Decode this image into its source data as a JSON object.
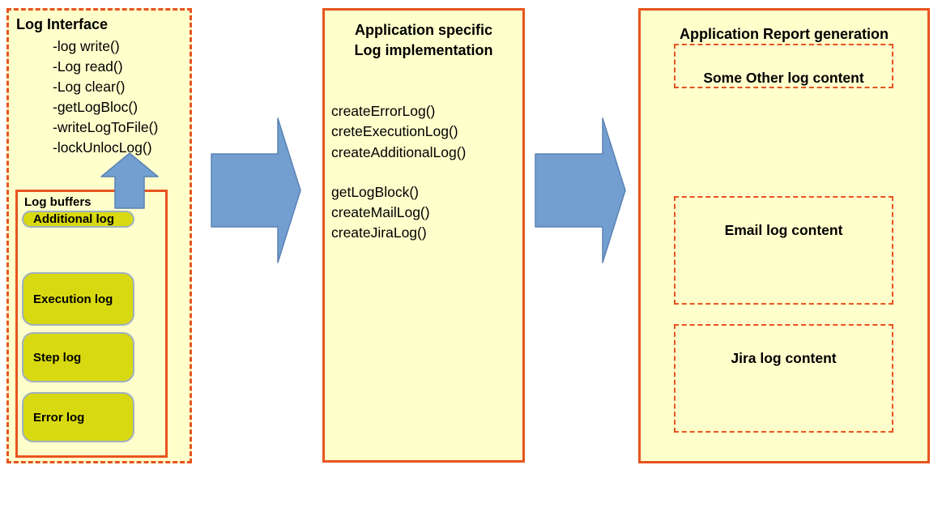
{
  "left_box": {
    "title": "Log Interface",
    "methods": [
      "-log write()",
      "-Log read()",
      "-Log clear()",
      "-getLogBloc()",
      "-writeLogToFile()",
      "-lockUnlocLog()"
    ],
    "buffers": {
      "title": "Log buffers",
      "items": [
        {
          "label": "Execution log"
        },
        {
          "label": "Step log"
        },
        {
          "label": "Error log"
        },
        {
          "label": "Additional log"
        }
      ]
    }
  },
  "middle_box": {
    "title_line1": "Application specific",
    "title_line2": "Log implementation",
    "methods_group1": [
      "createErrorLog()",
      "creteExecutionLog()",
      "createAdditionalLog()"
    ],
    "methods_group2": [
      "getLogBlock()",
      "createMailLog()",
      "createJiraLog()"
    ]
  },
  "right_box": {
    "title": "Application Report generation",
    "sections": [
      {
        "label": "Email log content"
      },
      {
        "label": "Jira log content"
      },
      {
        "label": "Some Other log content"
      }
    ]
  },
  "colors": {
    "box_fill": "#ffffcc",
    "border_orange": "#e8541f",
    "buffer_fill": "#d9d911",
    "buffer_border": "#9fb1c1",
    "arrow_fill": "#729fcf",
    "arrow_border": "#5b82b5"
  }
}
